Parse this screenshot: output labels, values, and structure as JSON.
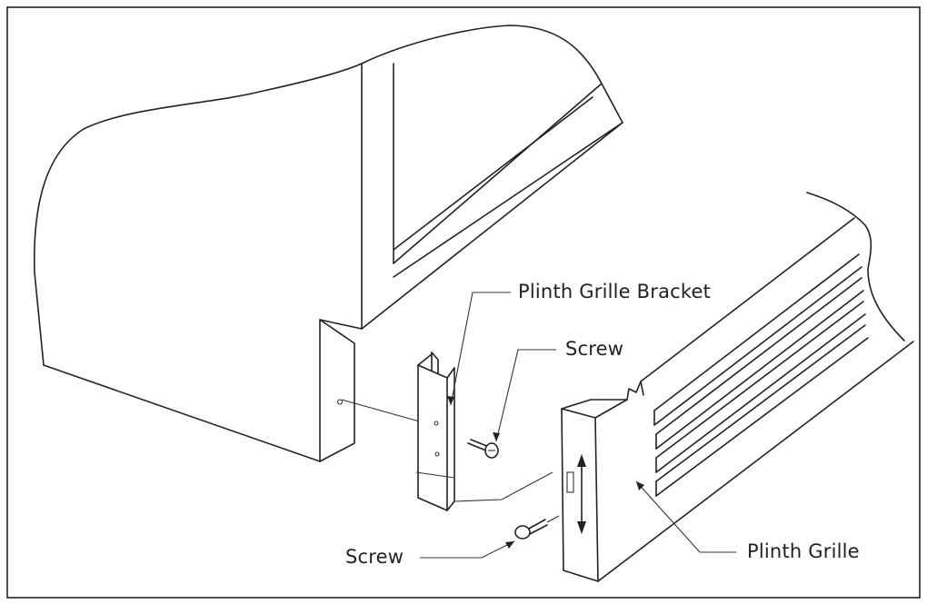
{
  "labels": {
    "bracket": "Plinth Grille Bracket",
    "screw_top": "Screw",
    "screw_bottom": "Screw",
    "grille": "Plinth Grille"
  }
}
